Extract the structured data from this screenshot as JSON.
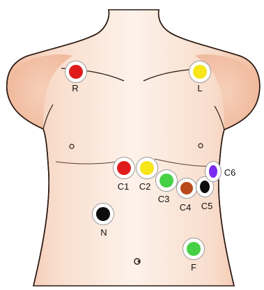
{
  "diagram": {
    "subject": "torso",
    "colors": {
      "skin": "#f3c7ad",
      "skin_highlight": "#fdf0e8",
      "outline": "#2b1a12",
      "red": "#e01b1b",
      "yellow": "#f6e61a",
      "green": "#45d045",
      "brown": "#b84a1a",
      "black": "#0d0d0d",
      "purple": "#7b2cf0"
    },
    "electrodes": [
      {
        "id": "R",
        "label": "R",
        "color": "red"
      },
      {
        "id": "L",
        "label": "L",
        "color": "yellow"
      },
      {
        "id": "C1",
        "label": "C1",
        "color": "red"
      },
      {
        "id": "C2",
        "label": "C2",
        "color": "yellow"
      },
      {
        "id": "C3",
        "label": "C3",
        "color": "green"
      },
      {
        "id": "C4",
        "label": "C4",
        "color": "brown"
      },
      {
        "id": "C5",
        "label": "C5",
        "color": "black"
      },
      {
        "id": "C6",
        "label": "C6",
        "color": "purple"
      },
      {
        "id": "N",
        "label": "N",
        "color": "black"
      },
      {
        "id": "F",
        "label": "F",
        "color": "green"
      }
    ]
  }
}
